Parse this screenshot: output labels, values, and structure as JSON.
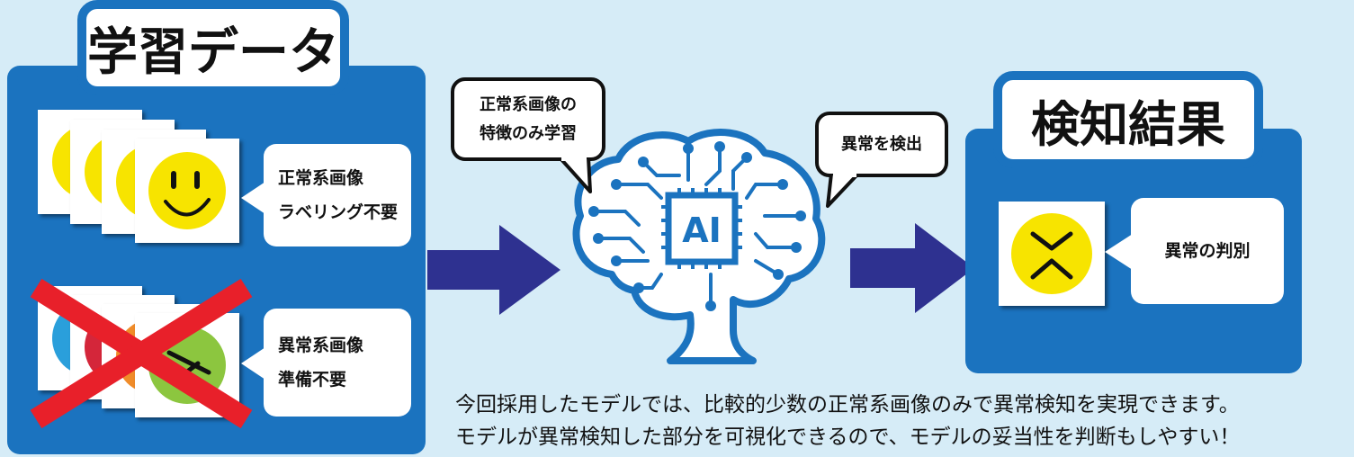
{
  "training_panel": {
    "title": "学習データ",
    "normal_label_lines": [
      "正常系画像",
      "ラベリング不要"
    ],
    "anomaly_label_lines": [
      "異常系画像",
      "準備不要"
    ]
  },
  "ai_section": {
    "bubble_left_lines": [
      "正常系画像の",
      "特徴のみ学習"
    ],
    "bubble_right": "異常を検出",
    "brain_chip_text": "AI"
  },
  "result_panel": {
    "title": "検知結果",
    "result_label": "異常の判別"
  },
  "caption_lines": [
    "今回採用したモデルでは、比較的少数の正常系画像のみで異常検知を実現できます。",
    "モデルが異常検知した部分を可視化できるので、モデルの妥当性を判断もしやすい！"
  ],
  "colors": {
    "background": "#d6ecf7",
    "panel_blue": "#1b73bf",
    "arrow_navy": "#2e3190",
    "brain_blue": "#1b73bf",
    "face_yellow": "#f7e400",
    "cross_red": "#e8202a"
  }
}
